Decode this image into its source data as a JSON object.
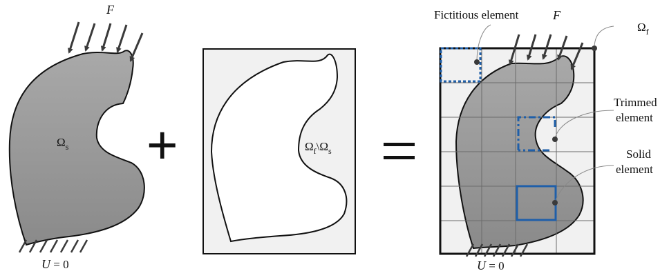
{
  "left_panel": {
    "force_symbol": "F",
    "domain_symbol": "Ω",
    "domain_subscript": "s",
    "boundary_condition": {
      "var": "U",
      "rest": " = 0"
    }
  },
  "operators": {
    "plus": "+",
    "equals": "="
  },
  "middle_panel": {
    "domain_symbol_f": "Ω",
    "subscript_f": "f",
    "separator": "\\Ω",
    "subscript_s": "s"
  },
  "right_panel": {
    "fictitious_label": "Fictitious element",
    "force_symbol": "F",
    "domain_symbol": "Ω",
    "domain_subscript": "f",
    "trimmed_label_line1": "Trimmed",
    "trimmed_label_line2": "element",
    "solid_label_line1": "Solid",
    "solid_label_line2": "element",
    "boundary_condition": {
      "var": "U",
      "rest": " = 0"
    }
  },
  "colors": {
    "solid_fill_top": "#a9a9a9",
    "solid_fill_bottom": "#8a8a8a",
    "background_fill": "#f1f1f1",
    "grid_line": "#6b6b6b",
    "highlight_blue": "#1f5fa9",
    "outline": "#111111",
    "arrow": "#3a3a3a"
  }
}
